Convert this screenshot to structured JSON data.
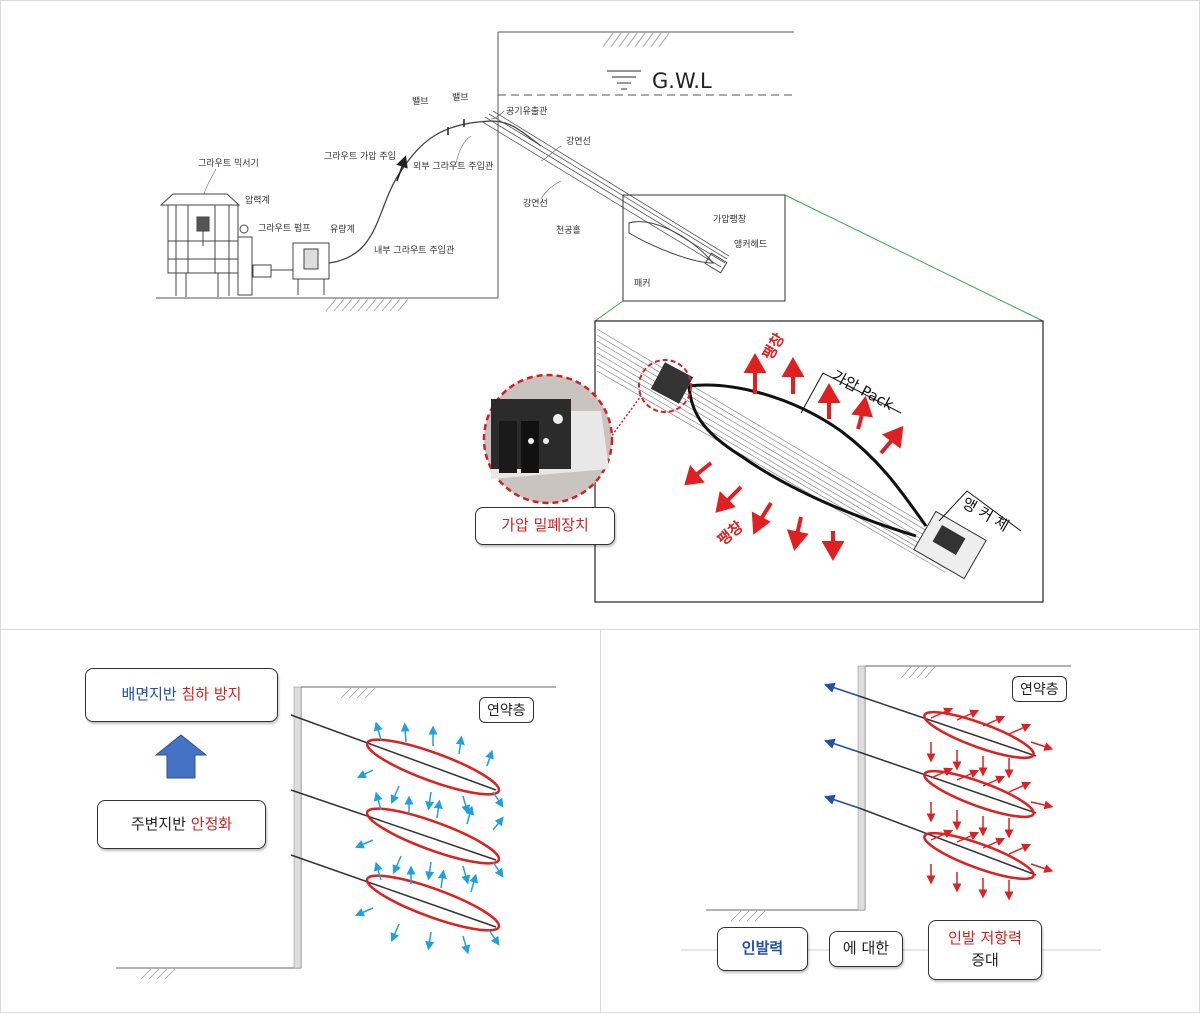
{
  "top": {
    "gwl_label": "G.W.L",
    "labels": {
      "mixer": "그라우트 믹서기",
      "pressure_gauge": "압력계",
      "grout_pump": "그라우트 펌프",
      "flow_meter": "유량계",
      "grout_pressure_injection": "그라우트 가압 주입",
      "valve1": "밸브",
      "valve2": "밸브",
      "air_outlet": "공기유출관",
      "outer_grout_pipe": "외부 그라우트 주입관",
      "inner_grout_pipe": "내부 그라우트 주입관",
      "strand1": "강연선",
      "strand2": "강연선",
      "borehole": "천공홀",
      "pressure_expansion": "가압팽창",
      "anchor_head": "앵커헤드",
      "packer": "패커"
    },
    "detail": {
      "expansion_top": "팽창",
      "expansion_bottom": "팽창",
      "pack_label": "가압 Pack",
      "anchor_body": "앵 커 체",
      "seal_callout": "가압 밀폐장치"
    }
  },
  "bottom_left": {
    "soft_layer": "연약층",
    "top_box": {
      "part1": "배면지반 ",
      "part2": "침하 방지"
    },
    "bottom_box": {
      "part1": "주변지반 ",
      "part2": "안정화"
    }
  },
  "bottom_right": {
    "soft_layer": "연약층",
    "box1": "인발력",
    "box2": "에 대한",
    "box3_line1": "인발 저항력",
    "box3_line2": "증대"
  },
  "colors": {
    "accent_red": "#e02020",
    "accent_blue": "#1f4fa8",
    "arrow_cyan": "#1fa0e0",
    "line_dark": "#222222",
    "green_guide": "#3aa84a"
  }
}
